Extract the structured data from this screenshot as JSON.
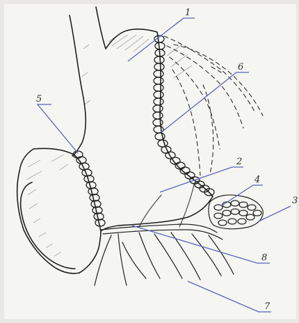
{
  "labels": {
    "l1": "1",
    "l2": "2",
    "l3": "3",
    "l4": "4",
    "l5": "5",
    "l6": "6",
    "l7": "7",
    "l8": "8"
  },
  "colors": {
    "pencil": "#1e1e1e",
    "pointer_lines": "#5a63b8",
    "paper": "#f5f5f2"
  }
}
